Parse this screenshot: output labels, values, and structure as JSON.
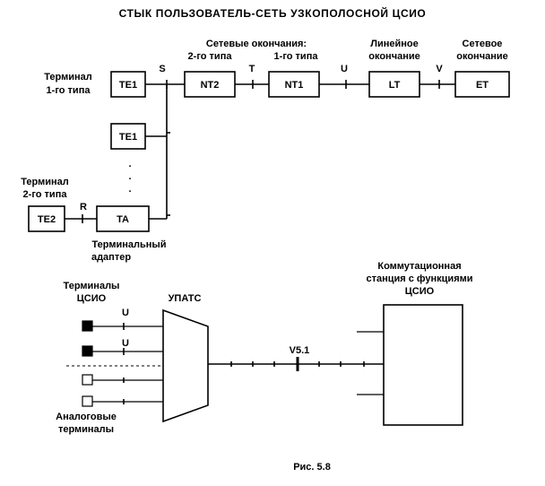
{
  "title": "СТЫК ПОЛЬЗОВАТЕЛЬ-СЕТЬ УЗКОПОЛОСНОЙ ЦСИО",
  "top": {
    "terminal1_label": [
      "Терминал",
      "1-го типа"
    ],
    "terminal2_label": [
      "Терминал",
      "2-го типа"
    ],
    "network_terminations_label": [
      "Сетевые окончания:",
      "2-го типа",
      "1-го типа"
    ],
    "line_termination_label": [
      "Линейное",
      "окончание"
    ],
    "network_termination_label": [
      "Сетевое",
      "окончание"
    ],
    "terminal_adapter_label": [
      "Терминальный",
      "адаптер"
    ],
    "boxes": {
      "te1_a": "TE1",
      "nt2": "NT2",
      "nt1": "NT1",
      "lt": "LT",
      "et": "ET",
      "te1_b": "TE1",
      "te2": "TE2",
      "ta": "TA"
    },
    "ref_points": {
      "s": "S",
      "t": "T",
      "u": "U",
      "v": "V",
      "r": "R"
    },
    "ellipsis_dots": ".",
    "dots_count": 3
  },
  "bottom": {
    "isdn_terminals_label": [
      "Терминалы",
      "ЦСИО"
    ],
    "pbx_label": "УПАТС",
    "analog_terminals_label": [
      "Аналоговые",
      "терминалы"
    ],
    "exchange_label": [
      "Коммутационная",
      "станция с функциями",
      "ЦСИО"
    ],
    "u1": "U",
    "u2": "U",
    "v51": "V5.1"
  },
  "caption": "Рис. 5.8"
}
